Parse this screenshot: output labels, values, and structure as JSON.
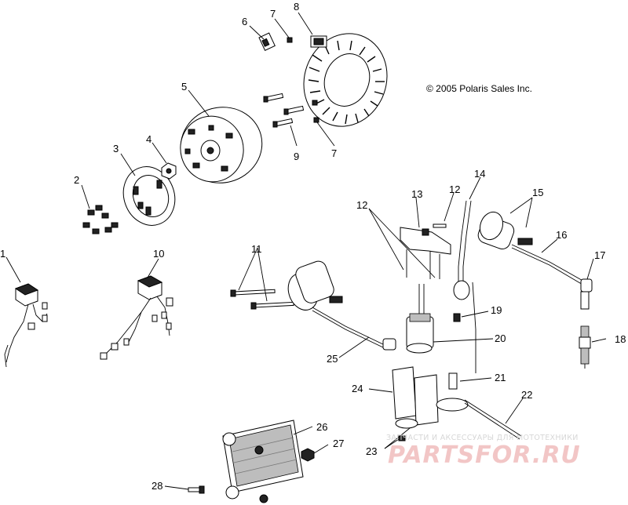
{
  "copyright": "© 2005 Polaris Sales Inc.",
  "watermark": {
    "tagline": "ЗАПЧАСТИ И АКСЕССУАРЫ ДЛЯ МОТОТЕХНИКИ",
    "brand": "PARTSFOR.RU"
  },
  "callouts": [
    "1",
    "2",
    "3",
    "4",
    "5",
    "6",
    "7",
    "7",
    "8",
    "9",
    "10",
    "11",
    "12",
    "12",
    "13",
    "14",
    "15",
    "16",
    "17",
    "18",
    "19",
    "20",
    "21",
    "22",
    "23",
    "24",
    "25",
    "26",
    "27",
    "28"
  ]
}
